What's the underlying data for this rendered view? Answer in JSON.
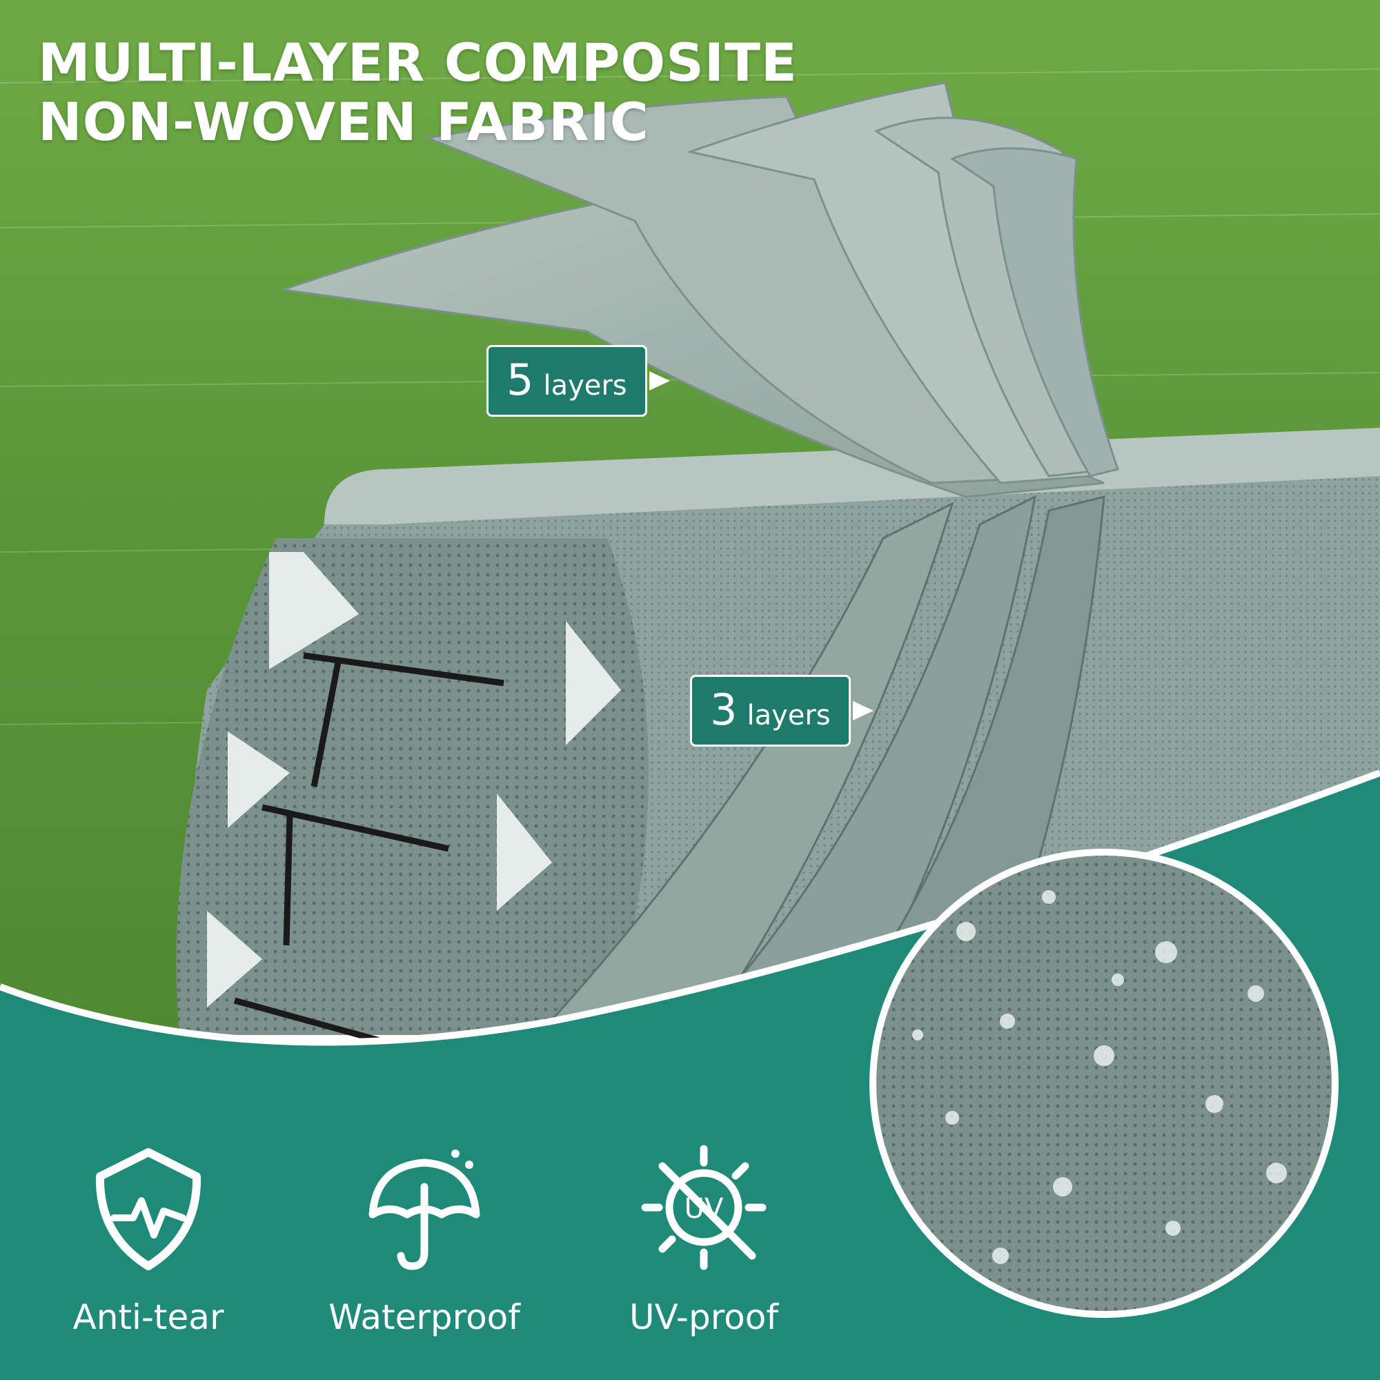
{
  "headline": {
    "line1": "MULTI-LAYER COMPOSITE",
    "line2": "NON-WOVEN FABRIC"
  },
  "callouts": {
    "top": {
      "number": "5",
      "unit": "layers"
    },
    "middle": {
      "number": "3",
      "unit": "layers"
    }
  },
  "features": [
    {
      "label": "Anti-tear",
      "icon": "shield-pulse-icon"
    },
    {
      "label": "Waterproof",
      "icon": "umbrella-drops-icon"
    },
    {
      "label": "UV-proof",
      "icon": "uv-sun-slash-icon"
    }
  ],
  "colors": {
    "brand_green": "#1e7a6a",
    "grass": "#5e9a3c",
    "fabric": "#8fa7a0",
    "text": "#ffffff"
  }
}
